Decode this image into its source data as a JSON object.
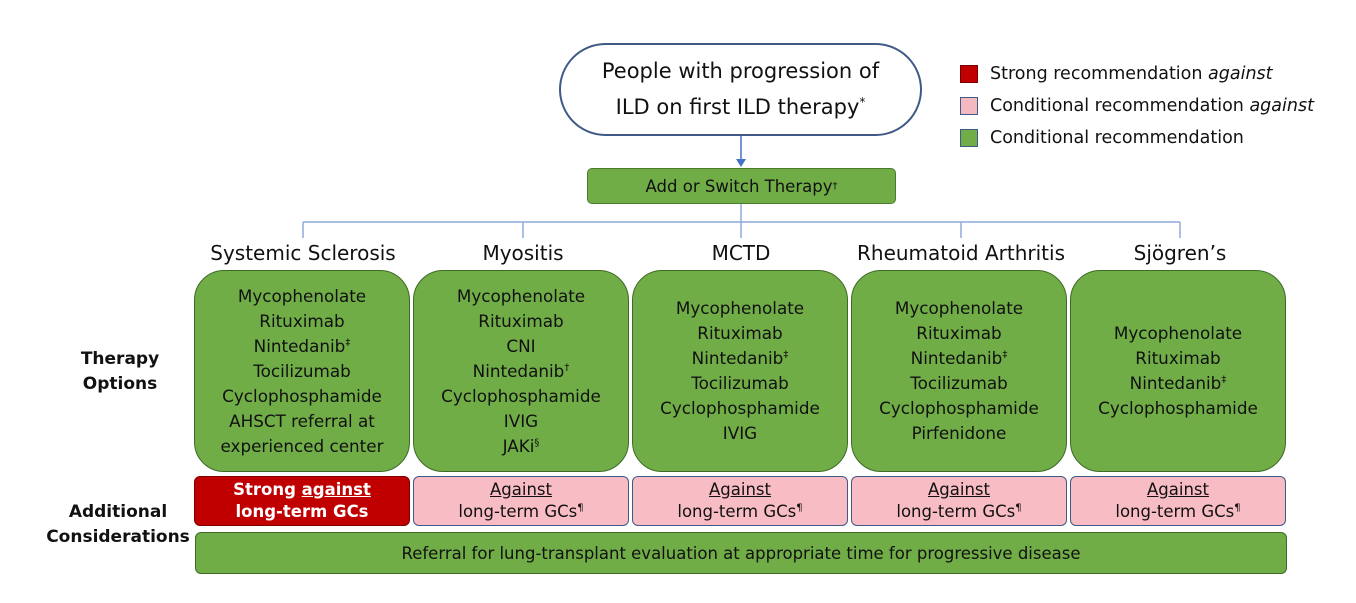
{
  "start": {
    "line1": "People with progression of",
    "line2": "ILD on first ILD therapy",
    "mark": "*"
  },
  "add_switch": {
    "label": "Add or Switch Therapy",
    "mark": "†"
  },
  "legend": [
    {
      "swatch": "strong-against",
      "color": "#c00000",
      "pre": "Strong recommendation ",
      "em": "against"
    },
    {
      "swatch": "conditional-against",
      "color": "#f4b8c0",
      "pre": "Conditional recommendation ",
      "em": "against"
    },
    {
      "swatch": "conditional",
      "color": "#70ad47",
      "pre": "Conditional recommendation",
      "em": ""
    }
  ],
  "row_labels": {
    "therapy_line1": "Therapy",
    "therapy_line2": "Options",
    "additional_line1": "Additional",
    "additional_line2": "Considerations"
  },
  "columns": [
    {
      "name": "Systemic Sclerosis",
      "therapies": [
        {
          "t": "Mycophenolate",
          "sup": ""
        },
        {
          "t": "Rituximab",
          "sup": ""
        },
        {
          "t": "Nintedanib",
          "sup": "‡"
        },
        {
          "t": "Tocilizumab",
          "sup": ""
        },
        {
          "t": "Cyclophosphamide",
          "sup": ""
        },
        {
          "t": "AHSCT referral at",
          "sup": ""
        },
        {
          "t": "experienced center",
          "sup": ""
        }
      ],
      "gc": {
        "level": "strong",
        "line1_pre": "Strong ",
        "line1_u": "against",
        "line2": "long-term GCs",
        "sup": ""
      }
    },
    {
      "name": "Myositis",
      "therapies": [
        {
          "t": "Mycophenolate",
          "sup": ""
        },
        {
          "t": "Rituximab",
          "sup": ""
        },
        {
          "t": "CNI",
          "sup": ""
        },
        {
          "t": "Nintedanib",
          "sup": "†"
        },
        {
          "t": "Cyclophosphamide",
          "sup": ""
        },
        {
          "t": "IVIG",
          "sup": ""
        },
        {
          "t": "JAKi",
          "sup": "§"
        }
      ],
      "gc": {
        "level": "against",
        "line1_pre": "",
        "line1_u": "Against",
        "line2": "long-term GCs",
        "sup": "¶"
      }
    },
    {
      "name": "MCTD",
      "therapies": [
        {
          "t": "Mycophenolate",
          "sup": ""
        },
        {
          "t": "Rituximab",
          "sup": ""
        },
        {
          "t": "Nintedanib",
          "sup": "‡"
        },
        {
          "t": "Tocilizumab",
          "sup": ""
        },
        {
          "t": "Cyclophosphamide",
          "sup": ""
        },
        {
          "t": "IVIG",
          "sup": ""
        }
      ],
      "gc": {
        "level": "against",
        "line1_pre": "",
        "line1_u": "Against",
        "line2": "long-term GCs",
        "sup": "¶"
      }
    },
    {
      "name": "Rheumatoid Arthritis",
      "therapies": [
        {
          "t": "Mycophenolate",
          "sup": ""
        },
        {
          "t": "Rituximab",
          "sup": ""
        },
        {
          "t": "Nintedanib",
          "sup": "‡"
        },
        {
          "t": "Tocilizumab",
          "sup": ""
        },
        {
          "t": "Cyclophosphamide",
          "sup": ""
        },
        {
          "t": "Pirfenidone",
          "sup": ""
        }
      ],
      "gc": {
        "level": "against",
        "line1_pre": "",
        "line1_u": "Against",
        "line2": "long-term GCs",
        "sup": "¶"
      }
    },
    {
      "name": "Sjögren’s",
      "therapies": [
        {
          "t": "Mycophenolate",
          "sup": ""
        },
        {
          "t": "Rituximab",
          "sup": ""
        },
        {
          "t": "Nintedanib",
          "sup": "‡"
        },
        {
          "t": "Cyclophosphamide",
          "sup": ""
        }
      ],
      "gc": {
        "level": "against",
        "line1_pre": "",
        "line1_u": "Against",
        "line2": "long-term GCs",
        "sup": "¶"
      }
    }
  ],
  "referral": "Referral for lung-transplant evaluation at appropriate time for progressive disease",
  "colors": {
    "green": "#70ad47",
    "dark_red": "#c00000",
    "pink": "#f8bcc4",
    "line_blue": "#4472c4"
  }
}
